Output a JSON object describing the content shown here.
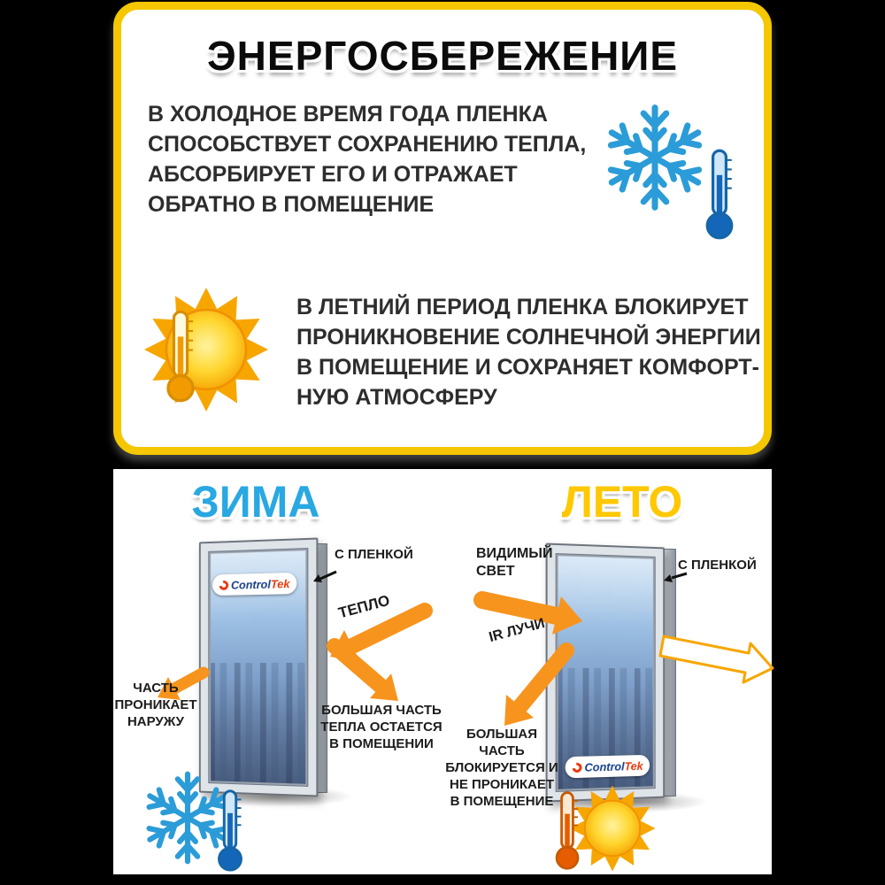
{
  "header": {
    "title": "ЭНЕРГОСБЕРЕЖЕНИЕ",
    "winter_paragraph": "В ХОЛОДНОЕ ВРЕМЯ ГОДА ПЛЕНКА\nСПОСОБСТВУЕТ СОХРАНЕНИЮ ТЕПЛА,\nАБСОРБИРУЕТ ЕГО И ОТРАЖАЕТ\nОБРАТНО В ПОМЕЩЕНИЕ",
    "summer_paragraph": "В ЛЕТНИЙ ПЕРИОД ПЛЕНКА БЛОКИРУЕТ\nПРОНИКНОВЕНИЕ СОЛНЕЧНОЙ ЭНЕРГИИ\nВ ПОМЕЩЕНИЕ И СОХРАНЯЕТ КОМФОРТ-\nНУЮ АТМОСФЕРУ"
  },
  "winter_panel": {
    "title": "ЗИМА",
    "film_label": "С ПЛЕНКОЙ",
    "heat_label": "ТЕПЛО",
    "outside_label": "ЧАСТЬ\nПРОНИКАЕТ\nНАРУЖУ",
    "inside_label": "БОЛЬШАЯ ЧАСТЬ\nТЕПЛА ОСТАЕТСЯ\nВ ПОМЕЩЕНИИ"
  },
  "summer_panel": {
    "title": "ЛЕТО",
    "visible_light_label": "ВИДИМЫЙ\nСВЕТ",
    "ir_label": "IR ЛУЧИ",
    "film_label": "С ПЛЕНКОЙ",
    "blocked_label": "БОЛЬШАЯ ЧАСТЬ\nБЛОКИРУЕТСЯ И\nНЕ ПРОНИКАЕТ\nВ ПОМЕЩЕНИЕ"
  },
  "brand": {
    "control": "Control",
    "tek": "Tek"
  },
  "icons": {
    "snowflake": "snowflake-icon",
    "thermometer": "thermometer-icon",
    "sun": "sun-icon"
  },
  "colors": {
    "card_border_yellow": "#F4C700",
    "winter_blue": "#29A8E2",
    "summer_yellow": "#FFC800",
    "arrow_orange": "#F7941D",
    "snowflake_blue": "#2B9CD8",
    "text_dark": "#2D2D2D",
    "brand_blue": "#173E8C",
    "brand_red": "#E8380D"
  }
}
